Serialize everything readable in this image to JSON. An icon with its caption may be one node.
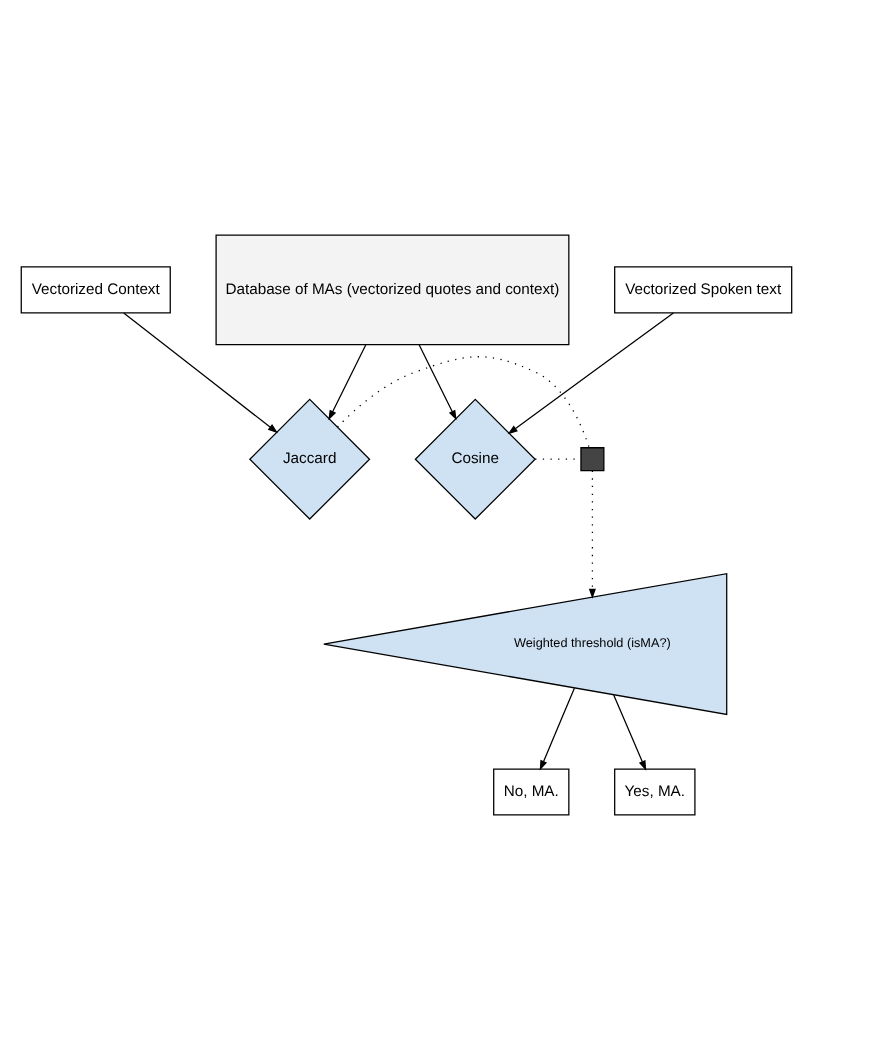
{
  "diagram": {
    "nodes": [
      {
        "text": [
          "Vectorized Context"
        ]
      },
      {
        "text": [
          "Vectorized Spoken text"
        ]
      },
      {
        "text": [
          "Jaccard"
        ]
      },
      {
        "text": [],
        "shape": "cross"
      },
      {
        "text": [
          "Cosine"
        ]
      },
      {
        "text": [
          "No, MA."
        ]
      },
      {
        "text": [
          "Weighted threshold (isMA?)"
        ]
      },
      {
        "text": [
          "Yes, MA."
        ]
      },
      {
        "text": [
          "Database of MAs (vectorized quotes and context)"
        ]
      }
    ],
    "edges": [
      {
        "from": 0,
        "to": 2,
        "arrow": "to"
      },
      {
        "from": 1,
        "to": 4,
        "arrow": "to"
      },
      {
        "from": 2,
        "to": 3,
        "arrow": "none",
        "style": "dashed"
      },
      {
        "from": 4,
        "to": 3,
        "arrow": "none",
        "style": "dashed"
      },
      {
        "from": 3,
        "to": 6,
        "arrow": "to",
        "style": "dashed"
      },
      {
        "from": 6,
        "to": 5,
        "arrow": "to"
      },
      {
        "from": 6,
        "to": 7,
        "arrow": "to"
      },
      {
        "from": 8,
        "to": 2,
        "arrow": "to"
      },
      {
        "from": 8,
        "to": 4,
        "arrow": "to"
      }
    ]
  }
}
